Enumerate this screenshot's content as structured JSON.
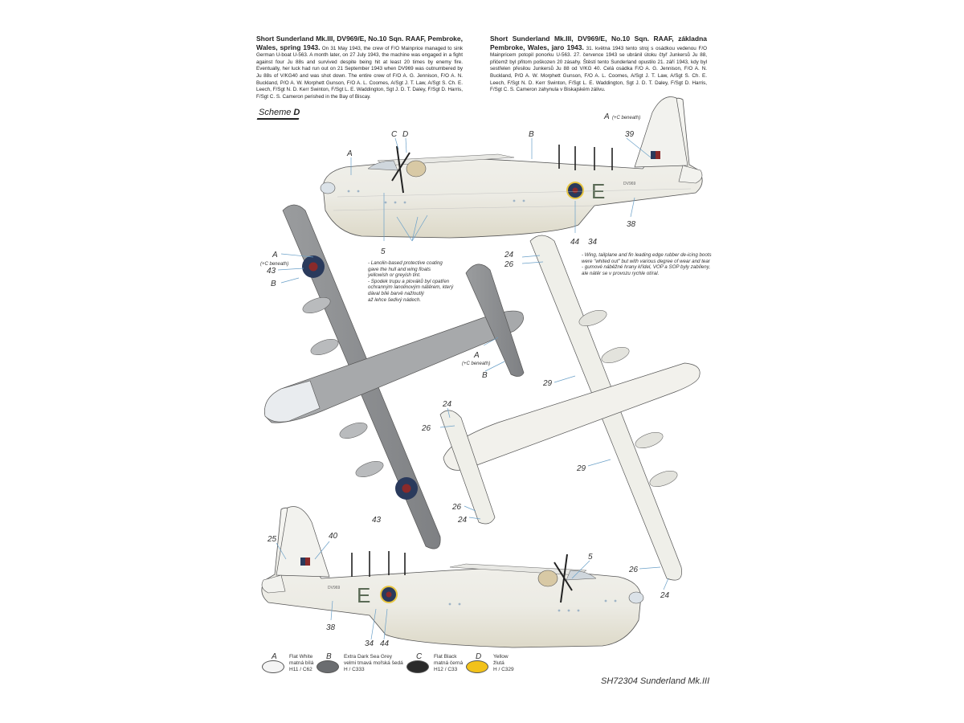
{
  "text_en": {
    "heading": "Short Sunderland Mk.III, DV969/E, No.10 Sqn. RAAF, Pembroke, Wales, spring 1943.",
    "body": "On 31 May 1943, the crew of F/O Mainprice managed to sink German U-boat U-563. A month later, on 27 July 1943, the machine was engaged in a fight against four Ju 88s and survived despite being hit at least 20 times by enemy fire. Eventually, her luck had run out on 21 September 1943 when DV969 was outnumbered by Ju 88s of V/KG40 and was shot down. The entire crew of F/O A. G. Jennison, F/O A. N. Buckland, P/O A. W. Morphett Gunson, F/O A. L. Coomes, A/Sgt J. T. Law, A/Sgt S. Ch. E. Leech, F/Sgt N. D. Kerr Swinton, F/Sgt L. E. Waddington, Sgt J. D. T. Daley, F/Sgt D. Harris, F/Sgt C. S. Cameron perished in the Bay of Biscay."
  },
  "text_cz": {
    "heading": "Short Sunderland Mk.III, DV969/E, No.10 Sqn. RAAF, základna Pembroke, Wales, jaro 1943.",
    "body": "31. května 1943 tento stroj s osádkou vedenou F/O Mainpricem potopil ponorku U-563. 27. července 1943 se ubránil útoku čtyř Junkersů Ju 88, přičemž byl přitom poškozen 20 zásahy. Štěstí tento Sunderland opustilo 21. září 1943, kdy byl sestřelen přesilou Junkersů Ju 88 od V/KG 40. Celá osádka F/O A. G. Jennison, F/O A. N. Buckland, P/O A. W. Morphett Gunson, F/O A. L. Coomes, A/Sgt J. T. Law, A/Sgt S. Ch. E. Leech, F/Sgt N. D. Kerr Swinton, F/Sgt L. E. Waddington, Sgt J. D. T. Daley, F/Sgt D. Harris, F/Sgt C. S. Cameron zahynula v Biskajském zálivu."
  },
  "scheme": {
    "prefix": "Scheme",
    "letter": "D"
  },
  "callouts": {
    "A": "A",
    "B": "B",
    "C": "C",
    "D": "D",
    "A_beneath": "(+C beneath)",
    "n5": "5",
    "n24": "24",
    "n25": "25",
    "n26": "26",
    "n29": "29",
    "n34": "34",
    "n38": "38",
    "n39": "39",
    "n40": "40",
    "n43": "43",
    "n44": "44"
  },
  "aircraft": {
    "serial": "DV969",
    "code": "E"
  },
  "note_left": [
    "- Lanolin-based protective coating",
    "gave the hull and wing floats",
    "yellowish or greyish tint.",
    "- Spodek trupu a plováků byl opatřen",
    "ochranným lanolinovým nátěrem, který",
    "dával bílé barvě nažloutlý",
    "až lehce šedivý nádech."
  ],
  "note_right": [
    "- Wing, tailplane and fin leading edge rubber de-icing boots",
    "were \"whited out\" but with various degree of wear and tear",
    "- gumové náběžné hrany křídel, VOP a SOP byly zabíleny,",
    "ale nátěr se v provozu rychle otíral."
  ],
  "legend": [
    {
      "letter": "A",
      "en": "Flat White",
      "cz": "matná bílá",
      "code": "H11 / C62",
      "color": "#f4f4f4"
    },
    {
      "letter": "B",
      "en": "Extra Dark Sea Grey",
      "cz": "velmi tmavá mořská šedá",
      "code": "H / C333",
      "color": "#6b6d70"
    },
    {
      "letter": "C",
      "en": "Flat Black",
      "cz": "matná černá",
      "code": "H12 / C33",
      "color": "#2b2b2b"
    },
    {
      "letter": "D",
      "en": "Yellow",
      "cz": "žlutá",
      "code": "H / C329",
      "color": "#f2c21a"
    }
  ],
  "product": "SH72304 Sunderland Mk.III",
  "colors": {
    "white": "#f2f2ee",
    "grey": "#8c8f91",
    "roundel_blue": "#2a3a5c",
    "roundel_red": "#8a2a2a",
    "yellow": "#e8c640",
    "code_green": "#5a6a55"
  }
}
